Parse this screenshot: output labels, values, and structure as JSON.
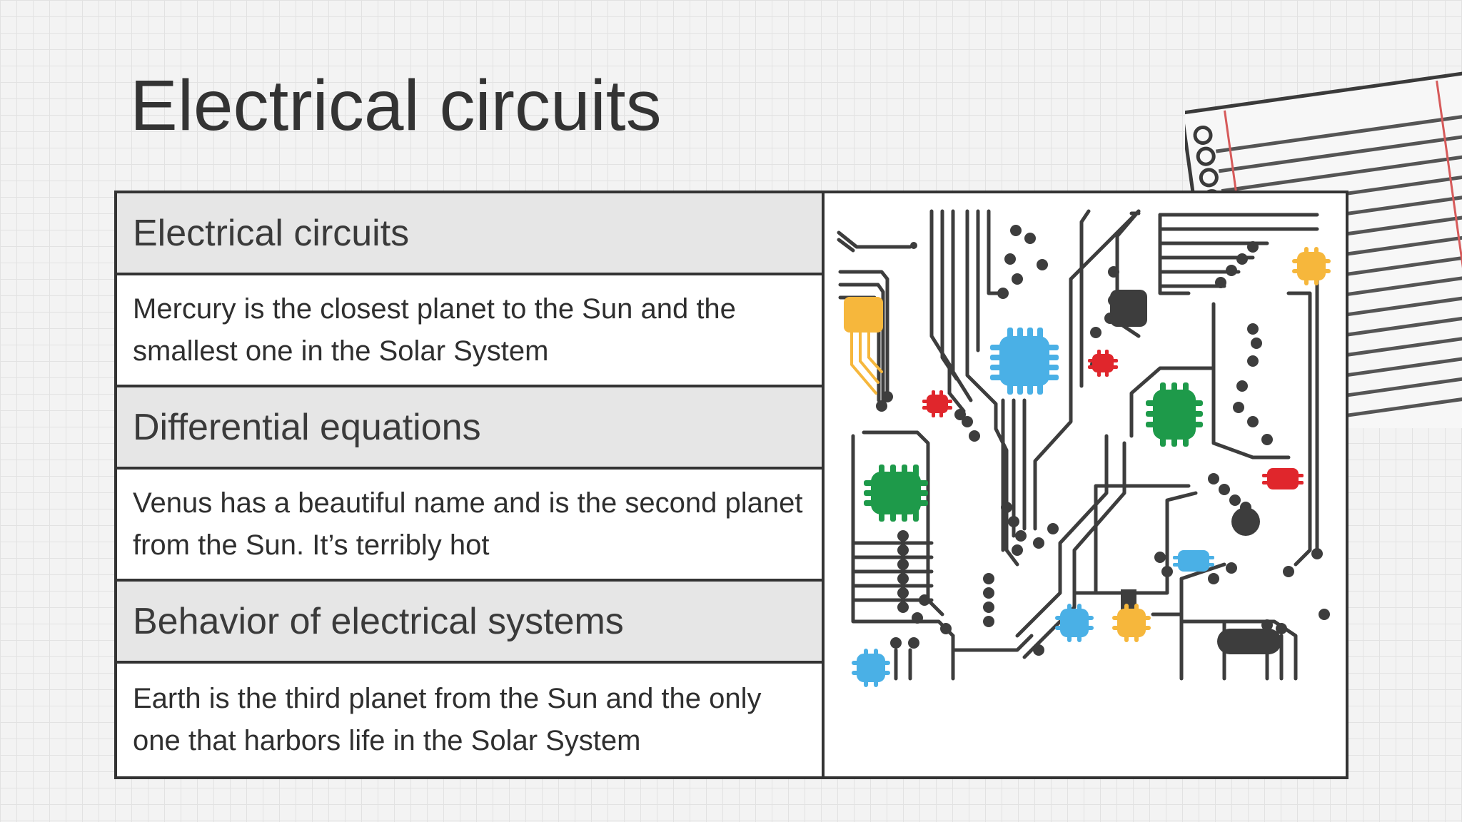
{
  "slide": {
    "title": "Electrical circuits"
  },
  "table": {
    "rows": [
      {
        "heading": "Electrical circuits",
        "text": "Mercury is the closest planet to the Sun and the smallest one in the Solar System"
      },
      {
        "heading": "Differential equations",
        "text": "Venus has a beautiful name and is the second planet from the Sun. It’s terribly hot"
      },
      {
        "heading": "Behavior of electrical systems",
        "text": "Earth is the third planet from the Sun and the only one that harbors life in the Solar System"
      }
    ]
  },
  "illustration": {
    "subject": "circuit-board",
    "colors": {
      "trace": "#3d3d3d",
      "blue": "#4ab0e6",
      "red": "#e0262c",
      "green": "#1e9a4a",
      "yellow": "#f6b73c"
    }
  }
}
